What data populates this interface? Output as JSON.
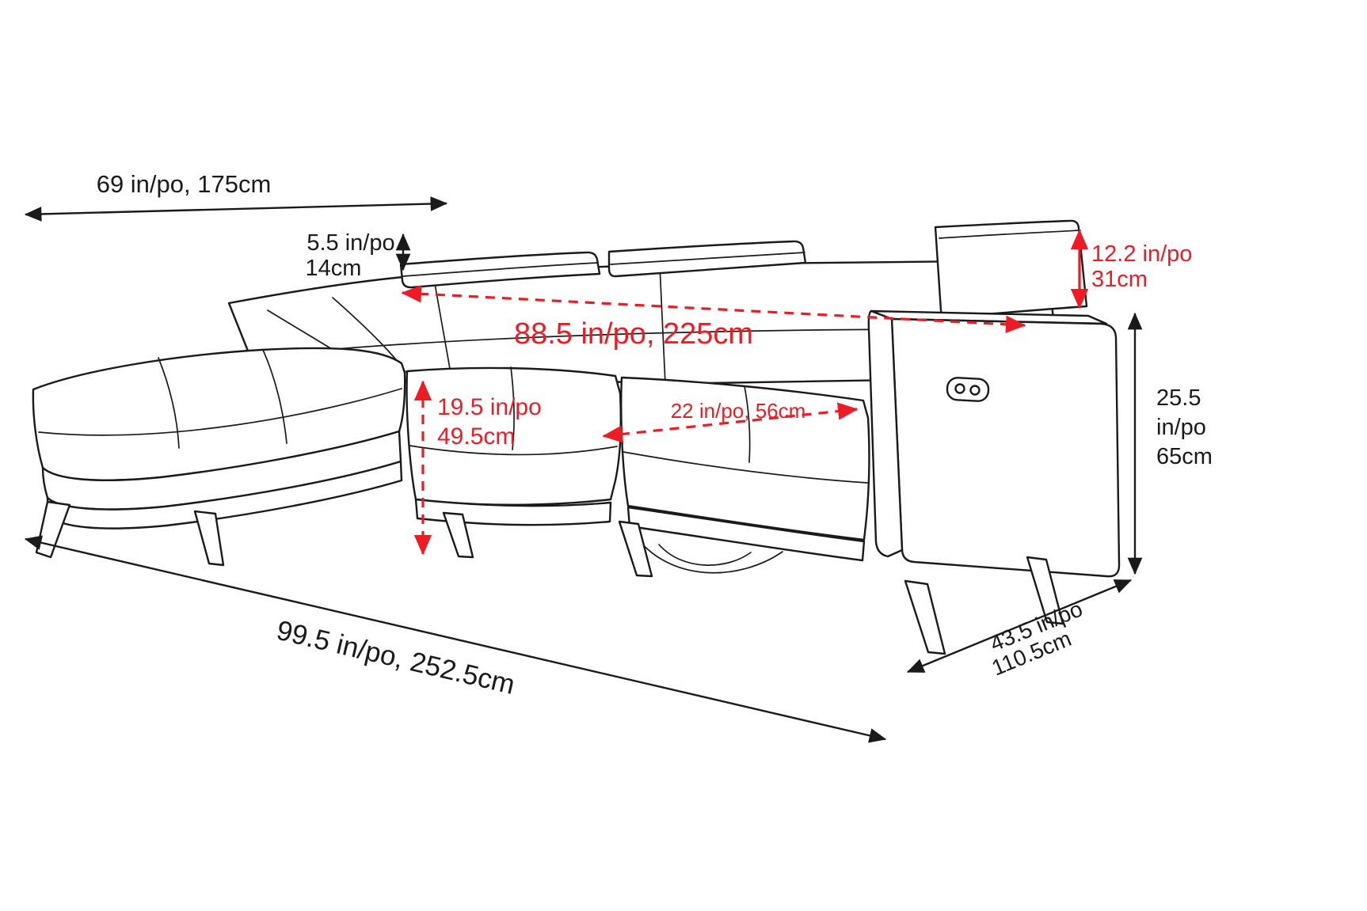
{
  "diagram": {
    "kind": "sectional-sofa-dimension-drawing",
    "colors": {
      "line": "#1a1a1a",
      "accent_red": "#ed1c24",
      "background": "#ffffff"
    },
    "dims": {
      "chaise_length": "69 in/po, 175cm",
      "headrest_h1": "5.5 in/po",
      "headrest_h2": "14cm",
      "headrest_raised1": "12.2 in/po",
      "headrest_raised2": "31cm",
      "back_width": "88.5 in/po, 225cm",
      "seat_height1": "19.5 in/po",
      "seat_height2": "49.5cm",
      "seat_depth": "22 in/po, 56cm",
      "arm_height1": "25.5",
      "arm_height2": "in/po",
      "arm_height3": "65cm",
      "overall_length": "99.5 in/po, 252.5cm",
      "overall_depth1": "43.5 in/po",
      "overall_depth2": "110.5cm"
    }
  }
}
